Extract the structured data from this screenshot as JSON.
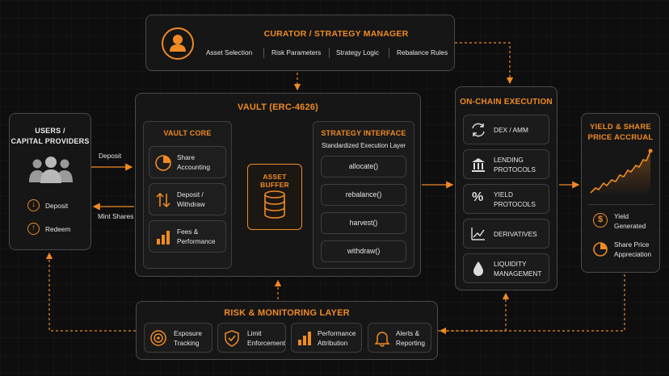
{
  "curator": {
    "title": "CURATOR / STRATEGY MANAGER",
    "items": [
      "Asset Selection",
      "Risk Parameters",
      "Strategy Logic",
      "Rebalance Rules"
    ]
  },
  "users": {
    "title_line1": "USERS /",
    "title_line2": "CAPITAL PROVIDERS",
    "deposit": "Deposit",
    "redeem": "Redeem"
  },
  "flows": {
    "deposit": "Deposit",
    "mint_shares": "Mint Shares"
  },
  "vault": {
    "title": "VAULT (ERC-4626)",
    "core": {
      "title": "VAULT CORE",
      "items": [
        {
          "line1": "Share",
          "line2": "Accounting"
        },
        {
          "line1": "Deposit /",
          "line2": "Withdraw"
        },
        {
          "line1": "Fees &",
          "line2": "Performance"
        }
      ]
    },
    "buffer": {
      "title": "ASSET BUFFER"
    },
    "strategy": {
      "title": "STRATEGY INTERFACE",
      "subtitle": "Standardized Execution Layer",
      "methods": [
        "allocate()",
        "rebalance()",
        "harvest()",
        "withdraw()"
      ]
    }
  },
  "onchain": {
    "title": "ON-CHAIN EXECUTION",
    "items": [
      {
        "line1": "DEX / AMM",
        "line2": ""
      },
      {
        "line1": "LENDING",
        "line2": "PROTOCOLS"
      },
      {
        "line1": "YIELD",
        "line2": "PROTOCOLS"
      },
      {
        "line1": "DERIVATIVES",
        "line2": ""
      },
      {
        "line1": "LIQUIDITY",
        "line2": "MANAGEMENT"
      }
    ]
  },
  "yield": {
    "title_line1": "YIELD & SHARE",
    "title_line2": "PRICE ACCRUAL",
    "items": [
      {
        "line1": "Yield",
        "line2": "Generated"
      },
      {
        "line1": "Share Price",
        "line2": "Appreciation"
      }
    ]
  },
  "risk": {
    "title": "RISK & MONITORING LAYER",
    "items": [
      {
        "line1": "Exposure",
        "line2": "Tracking"
      },
      {
        "line1": "Limit",
        "line2": "Enforcement"
      },
      {
        "line1": "Performance",
        "line2": "Attribution"
      },
      {
        "line1": "Alerts &",
        "line2": "Reporting"
      }
    ]
  },
  "colors": {
    "accent": "#f08a24",
    "border": "#4a4a4a",
    "background": "#0e0e0e"
  }
}
